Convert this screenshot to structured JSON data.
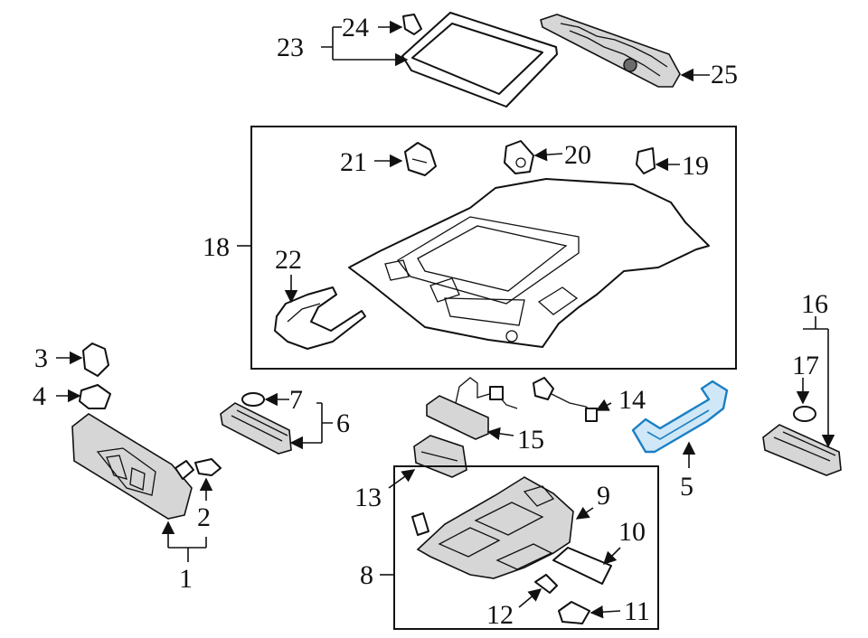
{
  "callouts": {
    "c1": "1",
    "c2": "2",
    "c3": "3",
    "c4": "4",
    "c5": "5",
    "c6": "6",
    "c7": "7",
    "c8": "8",
    "c9": "9",
    "c10": "10",
    "c11": "11",
    "c12": "12",
    "c13": "13",
    "c14": "14",
    "c15": "15",
    "c16": "16",
    "c17": "17",
    "c18": "18",
    "c19": "19",
    "c20": "20",
    "c21": "21",
    "c22": "22",
    "c23": "23",
    "c24": "24",
    "c25": "25"
  },
  "highlight_color": "#1a7fc4",
  "highlighted_part": "5"
}
